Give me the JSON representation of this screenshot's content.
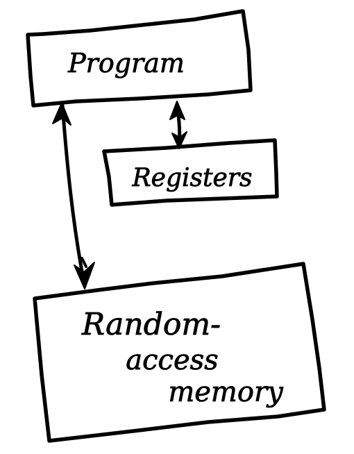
{
  "diagram": {
    "nodes": {
      "program": {
        "label": "Program"
      },
      "registers": {
        "label": "Registers"
      },
      "memory": {
        "lines": [
          "Random-",
          "access",
          "memory"
        ]
      }
    },
    "edges": [
      {
        "from": "program",
        "to": "registers",
        "direction": "both"
      },
      {
        "from": "program",
        "to": "memory",
        "direction": "both"
      }
    ],
    "colors": {
      "ink": "#000000",
      "background": "#ffffff"
    }
  }
}
